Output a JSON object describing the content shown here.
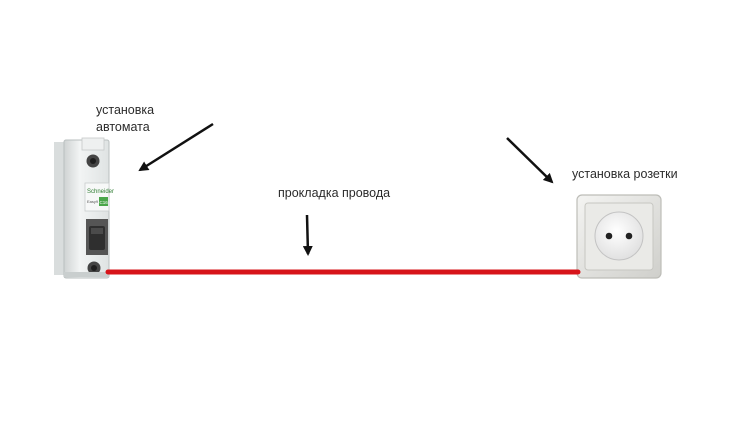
{
  "labels": {
    "breaker_line1": "установка",
    "breaker_line2": "автомата",
    "wire": "прокладка провода",
    "socket": "установка розетки"
  },
  "breaker": {
    "brand_text": "Schneider",
    "model_text": "Easy9",
    "rating_text": "C16"
  },
  "colors": {
    "wire": "#d7141a",
    "arrow": "#111111",
    "text": "#2b2b2b",
    "breaker_body": "#e9ecec",
    "breaker_accent": "#4aa64a",
    "socket_frame": "#e6e6e3"
  },
  "icons": [
    "circuit-breaker-icon",
    "power-socket-icon",
    "arrow-icon"
  ]
}
